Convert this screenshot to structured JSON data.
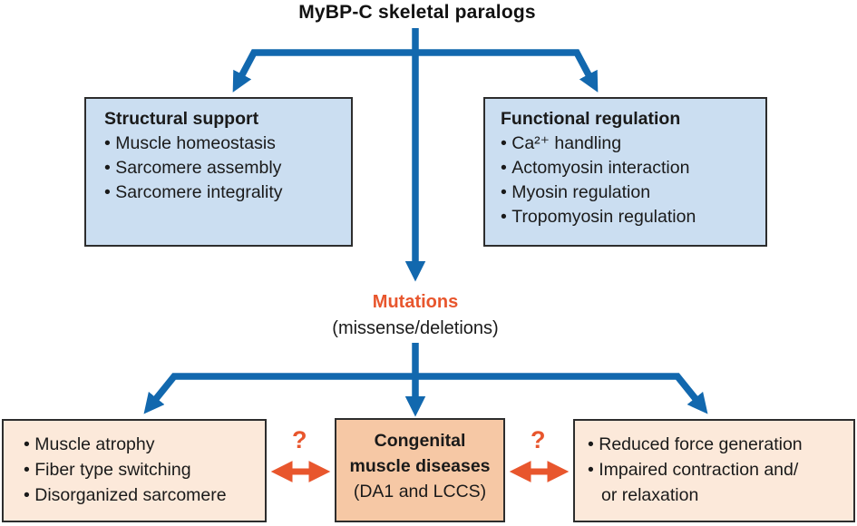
{
  "title": "MyBP-C skeletal paralogs",
  "colors": {
    "arrow_blue": "#1268ae",
    "box_blue_fill": "#cbdef1",
    "box_border": "#2d2d2d",
    "box_peach_light_fill": "#fce9da",
    "box_peach_dark_fill": "#f6c8a5",
    "accent_orange": "#e8562d",
    "text": "#1a1a1a"
  },
  "top_boxes": {
    "structural": {
      "heading": "Structural support",
      "bullets": [
        "Muscle homeostasis",
        "Sarcomere assembly",
        "Sarcomere integrality"
      ]
    },
    "functional": {
      "heading": "Functional regulation",
      "bullets": [
        "Ca²⁺ handling",
        "Actomyosin interaction",
        "Myosin regulation",
        "Tropomyosin regulation"
      ]
    }
  },
  "mutations": {
    "label": "Mutations",
    "sublabel": "(missense/deletions)"
  },
  "bottom_boxes": {
    "left": {
      "bullets": [
        "Muscle atrophy",
        "Fiber type switching",
        "Disorganized sarcomere"
      ]
    },
    "center": {
      "heading_line1": "Congenital",
      "heading_line2": "muscle diseases",
      "subline": "(DA1 and LCCS)"
    },
    "right": {
      "lines": [
        {
          "text": "Reduced force generation"
        },
        {
          "text": "Impaired contraction and/"
        },
        {
          "text": "or relaxation"
        }
      ]
    }
  },
  "uncertain_links": {
    "left_question": "?",
    "right_question": "?"
  }
}
